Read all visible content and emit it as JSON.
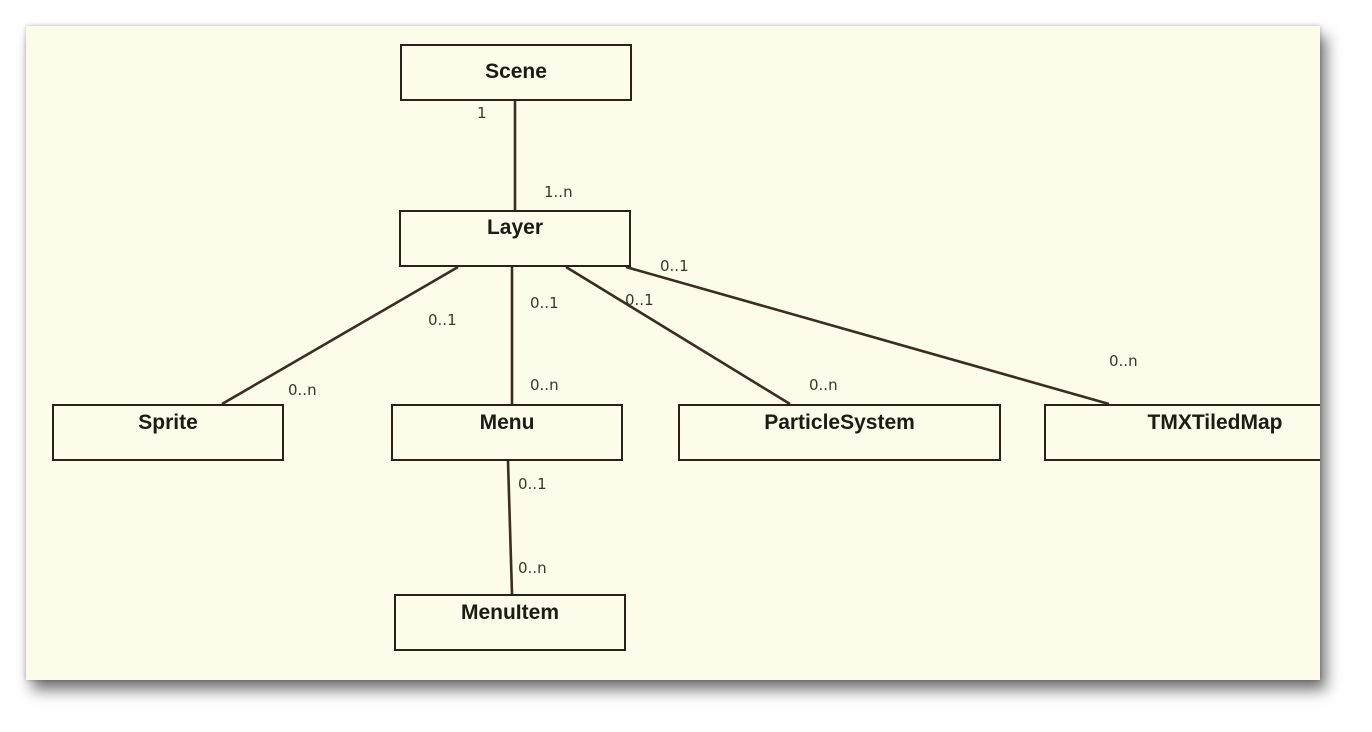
{
  "colors": {
    "background": "#fdfbe9",
    "line": "#3a2d22",
    "box_border": "#2b2118",
    "text": "#1e1a16"
  },
  "classes": {
    "scene": "Scene",
    "layer": "Layer",
    "sprite": "Sprite",
    "menu": "Menu",
    "particle_system": "ParticleSystem",
    "tmx_tiled_map": "TMXTiledMap",
    "menu_item": "MenuItem"
  },
  "associations": [
    {
      "from": "Scene",
      "to": "Layer",
      "from_mult": "1",
      "to_mult": "1..n"
    },
    {
      "from": "Layer",
      "to": "Sprite",
      "from_mult": "0..1",
      "to_mult": "0..n"
    },
    {
      "from": "Layer",
      "to": "Menu",
      "from_mult": "0..1",
      "to_mult": "0..n"
    },
    {
      "from": "Layer",
      "to": "ParticleSystem",
      "from_mult": "0..1",
      "to_mult": "0..n"
    },
    {
      "from": "Layer",
      "to": "TMXTiledMap",
      "from_mult": "0..1",
      "to_mult": "0..n"
    },
    {
      "from": "Menu",
      "to": "MenuItem",
      "from_mult": "0..1",
      "to_mult": "0..n"
    }
  ]
}
